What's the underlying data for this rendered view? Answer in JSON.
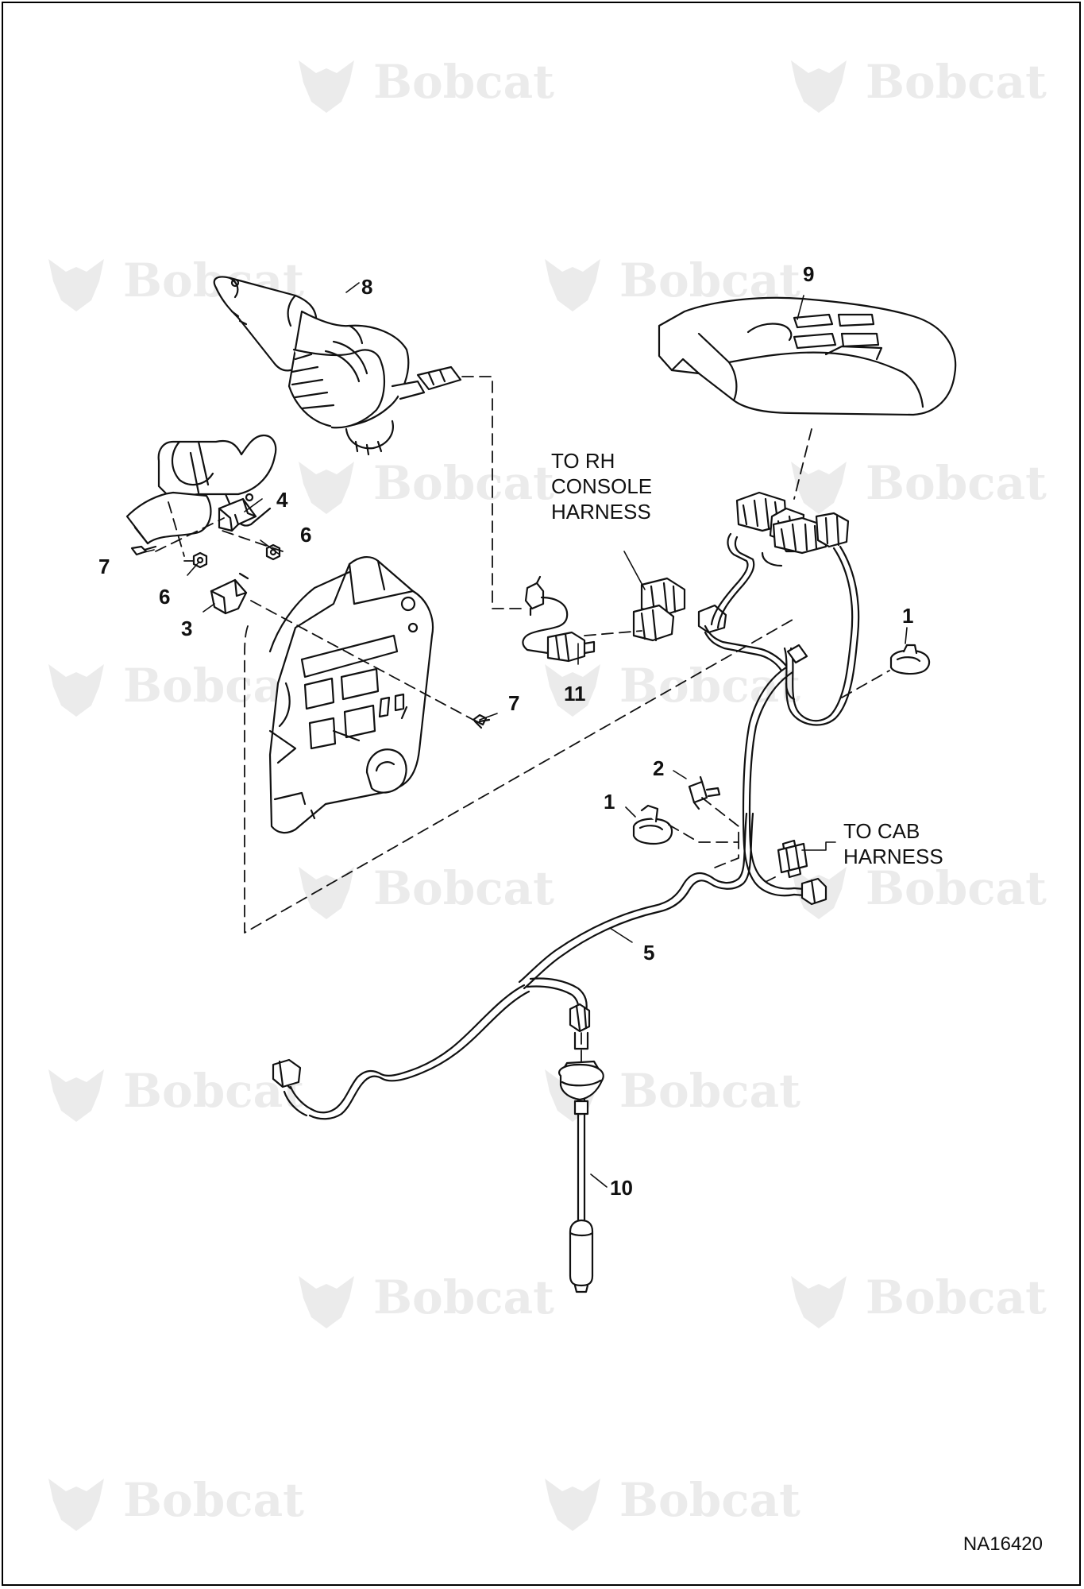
{
  "watermark": {
    "brand": "Bobcat"
  },
  "callouts": [
    {
      "id": "c8",
      "text": "8"
    },
    {
      "id": "c9",
      "text": "9"
    },
    {
      "id": "c4",
      "text": "4"
    },
    {
      "id": "c6a",
      "text": "6"
    },
    {
      "id": "c7a",
      "text": "7"
    },
    {
      "id": "c6b",
      "text": "6"
    },
    {
      "id": "c3",
      "text": "3"
    },
    {
      "id": "c11",
      "text": "11"
    },
    {
      "id": "c7b",
      "text": "7"
    },
    {
      "id": "c1a",
      "text": "1"
    },
    {
      "id": "c2",
      "text": "2"
    },
    {
      "id": "c1b",
      "text": "1"
    },
    {
      "id": "c5",
      "text": "5"
    },
    {
      "id": "c10",
      "text": "10"
    }
  ],
  "notes": {
    "rh_console": [
      "TO RH",
      "CONSOLE",
      "HARNESS"
    ],
    "cab": [
      "TO CAB",
      "HARNESS"
    ]
  },
  "document_id": "NA16420"
}
